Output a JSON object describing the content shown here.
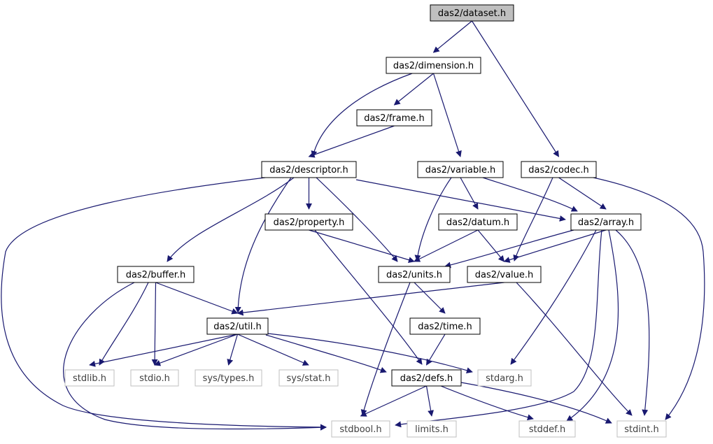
{
  "colors": {
    "edge": "#191970",
    "border_project": "#000000",
    "border_system": "#bfbfbf",
    "fill_root": "#bfbfbf",
    "fill_default": "#ffffff",
    "text_project": "#000000",
    "text_system": "#3f3f3f"
  },
  "nodes": [
    {
      "id": "dataset",
      "label": "das2/dataset.h",
      "kind": "root"
    },
    {
      "id": "dimension",
      "label": "das2/dimension.h",
      "kind": "project"
    },
    {
      "id": "frame",
      "label": "das2/frame.h",
      "kind": "project"
    },
    {
      "id": "descriptor",
      "label": "das2/descriptor.h",
      "kind": "project"
    },
    {
      "id": "variable",
      "label": "das2/variable.h",
      "kind": "project"
    },
    {
      "id": "codec",
      "label": "das2/codec.h",
      "kind": "project"
    },
    {
      "id": "property",
      "label": "das2/property.h",
      "kind": "project"
    },
    {
      "id": "datum",
      "label": "das2/datum.h",
      "kind": "project"
    },
    {
      "id": "array",
      "label": "das2/array.h",
      "kind": "project"
    },
    {
      "id": "buffer",
      "label": "das2/buffer.h",
      "kind": "project"
    },
    {
      "id": "units",
      "label": "das2/units.h",
      "kind": "project"
    },
    {
      "id": "value",
      "label": "das2/value.h",
      "kind": "project"
    },
    {
      "id": "util",
      "label": "das2/util.h",
      "kind": "project"
    },
    {
      "id": "time",
      "label": "das2/time.h",
      "kind": "project"
    },
    {
      "id": "stdlib",
      "label": "stdlib.h",
      "kind": "system"
    },
    {
      "id": "stdio",
      "label": "stdio.h",
      "kind": "system"
    },
    {
      "id": "systypes",
      "label": "sys/types.h",
      "kind": "system"
    },
    {
      "id": "sysstat",
      "label": "sys/stat.h",
      "kind": "system"
    },
    {
      "id": "defs",
      "label": "das2/defs.h",
      "kind": "project"
    },
    {
      "id": "stdarg",
      "label": "stdarg.h",
      "kind": "system"
    },
    {
      "id": "stdbool",
      "label": "stdbool.h",
      "kind": "system"
    },
    {
      "id": "limits",
      "label": "limits.h",
      "kind": "system"
    },
    {
      "id": "stddef",
      "label": "stddef.h",
      "kind": "system"
    },
    {
      "id": "stdint",
      "label": "stdint.h",
      "kind": "system"
    }
  ],
  "edges": [
    {
      "from": "dataset",
      "to": "dimension"
    },
    {
      "from": "dataset",
      "to": "codec"
    },
    {
      "from": "dimension",
      "to": "frame"
    },
    {
      "from": "dimension",
      "to": "descriptor"
    },
    {
      "from": "dimension",
      "to": "variable"
    },
    {
      "from": "frame",
      "to": "descriptor"
    },
    {
      "from": "descriptor",
      "to": "property"
    },
    {
      "from": "descriptor",
      "to": "units"
    },
    {
      "from": "descriptor",
      "to": "array"
    },
    {
      "from": "descriptor",
      "to": "buffer"
    },
    {
      "from": "descriptor",
      "to": "util"
    },
    {
      "from": "descriptor",
      "to": "stdbool"
    },
    {
      "from": "variable",
      "to": "datum"
    },
    {
      "from": "variable",
      "to": "units"
    },
    {
      "from": "variable",
      "to": "array"
    },
    {
      "from": "codec",
      "to": "array"
    },
    {
      "from": "codec",
      "to": "value"
    },
    {
      "from": "codec",
      "to": "stdint"
    },
    {
      "from": "property",
      "to": "units"
    },
    {
      "from": "property",
      "to": "defs"
    },
    {
      "from": "datum",
      "to": "units"
    },
    {
      "from": "datum",
      "to": "value"
    },
    {
      "from": "array",
      "to": "units"
    },
    {
      "from": "array",
      "to": "value"
    },
    {
      "from": "array",
      "to": "stdarg"
    },
    {
      "from": "array",
      "to": "stdbool"
    },
    {
      "from": "array",
      "to": "stddef"
    },
    {
      "from": "array",
      "to": "stdint"
    },
    {
      "from": "buffer",
      "to": "util"
    },
    {
      "from": "buffer",
      "to": "stdlib"
    },
    {
      "from": "buffer",
      "to": "stdio"
    },
    {
      "from": "buffer",
      "to": "stdbool"
    },
    {
      "from": "units",
      "to": "time"
    },
    {
      "from": "units",
      "to": "stdbool"
    },
    {
      "from": "value",
      "to": "util"
    },
    {
      "from": "value",
      "to": "stdint"
    },
    {
      "from": "util",
      "to": "stdlib"
    },
    {
      "from": "util",
      "to": "stdio"
    },
    {
      "from": "util",
      "to": "systypes"
    },
    {
      "from": "util",
      "to": "sysstat"
    },
    {
      "from": "util",
      "to": "defs"
    },
    {
      "from": "util",
      "to": "stdarg"
    },
    {
      "from": "time",
      "to": "defs"
    },
    {
      "from": "defs",
      "to": "stdbool"
    },
    {
      "from": "defs",
      "to": "limits"
    },
    {
      "from": "defs",
      "to": "stddef"
    },
    {
      "from": "defs",
      "to": "stdint"
    }
  ]
}
